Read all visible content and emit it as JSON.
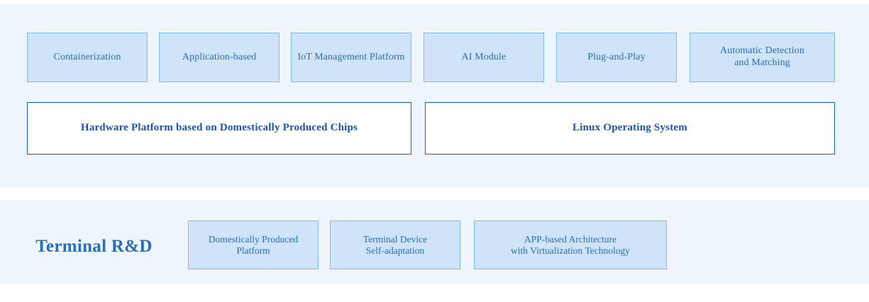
{
  "colors": {
    "panel_background": "#eff5fd",
    "tile_fill": "#cfe4f9",
    "tile_border": "#7fbbed",
    "bar_fill": "#ffffff",
    "bar_border": "#1464b4",
    "text_blue": "#2a6ebb",
    "heading_blue": "#1655bd",
    "page_background": "#ffffff"
  },
  "architecture_panel": {
    "capability_row": [
      {
        "label": "Containerization"
      },
      {
        "label": "Application-based"
      },
      {
        "label": "IoT Management Platform"
      },
      {
        "label": "AI Module"
      },
      {
        "label": "Plug-and-Play"
      },
      {
        "label": "Automatic Detection\nand Matching"
      }
    ],
    "foundation_row": [
      {
        "label": "Hardware Platform based on Domestically Produced Chips"
      },
      {
        "label": "Linux Operating System"
      }
    ]
  },
  "terminal_rd_panel": {
    "section_label": "Terminal R&D",
    "items": [
      {
        "label": "Domestically Produced\nPlatform"
      },
      {
        "label": "Terminal Device\nSelf-adaptation"
      },
      {
        "label": "APP-based Architecture\nwith Virtualization Technology"
      }
    ]
  }
}
